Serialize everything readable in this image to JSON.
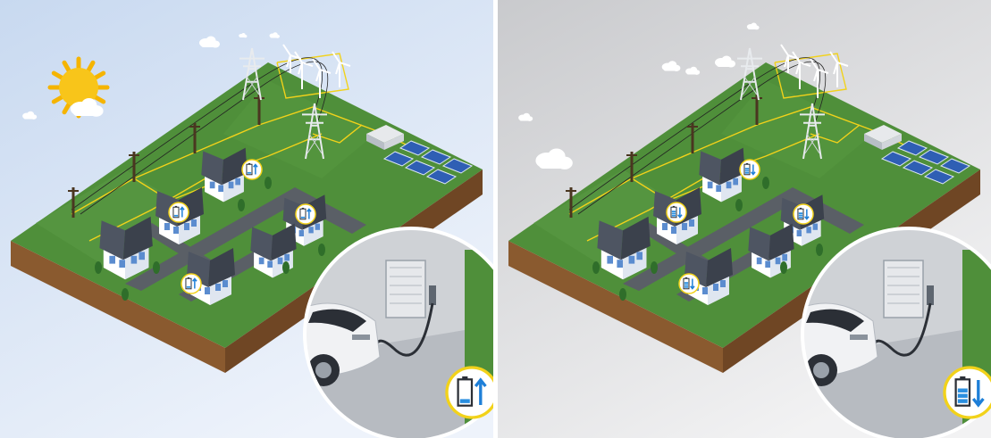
{
  "panels": [
    {
      "id": "day",
      "mode": "charging",
      "sky": {
        "top": "#c8d9f0",
        "bottom": "#eef3fb"
      },
      "sun": true,
      "battery_arrow": "up",
      "battery_fill_fraction": 0.3,
      "house_battery_arrow": "up"
    },
    {
      "id": "night",
      "mode": "discharging",
      "sky": {
        "top": "#c9cacd",
        "bottom": "#f2f2f3"
      },
      "sun": false,
      "battery_arrow": "down",
      "battery_fill_fraction": 0.85,
      "house_battery_arrow": "down"
    }
  ],
  "colors": {
    "grass": "#4f8f3a",
    "soil": "#8a5a2f",
    "road": "#5a5f66",
    "power_line": "#f2d21a",
    "badge_ring": "#f2d21a",
    "arrow": "#1e7fd8",
    "battery_fill": "#2a8fe0"
  },
  "icons": [
    "sun-icon",
    "cloud-icon",
    "wind-turbine-icon",
    "solar-panel-icon",
    "transmission-tower-icon",
    "house-icon",
    "battery-icon",
    "electric-car-icon",
    "wall-charger-icon"
  ]
}
